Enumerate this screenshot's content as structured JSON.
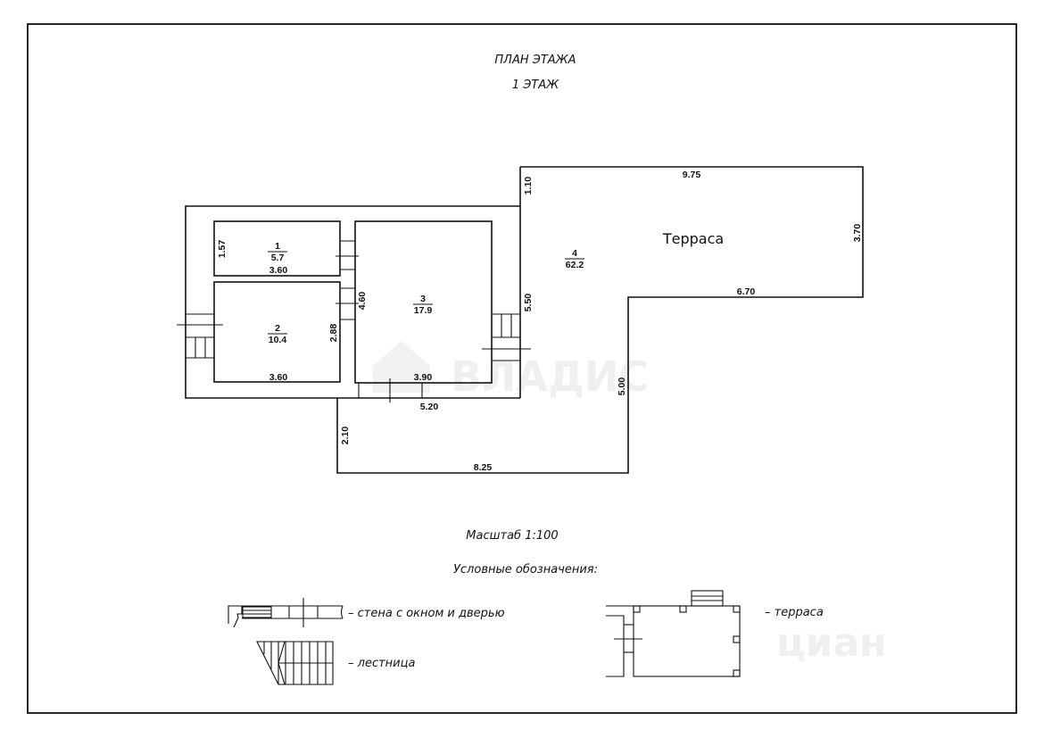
{
  "plan": {
    "title": "ПЛАН  ЭТАЖА",
    "subtitle": "1  ЭТАЖ",
    "scale_label": "Масштаб  1:100",
    "legend_title": "Условные  обозначения:"
  },
  "rooms": [
    {
      "number": "1",
      "area": "5.7"
    },
    {
      "number": "2",
      "area": "10.4"
    },
    {
      "number": "3",
      "area": "17.9"
    },
    {
      "number": "4",
      "area": "62.2",
      "name": "Терраса"
    }
  ],
  "dimensions": {
    "room1_height": "1.57",
    "room1_width": "3.60",
    "room2_width": "3.60",
    "room2_height": "2.88",
    "room3_height": "4.60",
    "room3_width": "3.90",
    "house_width": "5.20",
    "house_right": "5.50",
    "terrace_top_step": "1.10",
    "terrace_top": "9.75",
    "terrace_right": "3.70",
    "terrace_inner": "6.70",
    "terrace_lower_right": "5.00",
    "terrace_bottom": "8.25",
    "terrace_lower_left": "2.10"
  },
  "legend": [
    {
      "symbol": "wall-window-door",
      "label": "–  стена  с  окном  и  дверью"
    },
    {
      "symbol": "stairs",
      "label": "–  лестница"
    },
    {
      "symbol": "terrace",
      "label": "–  терраса"
    }
  ],
  "watermarks": [
    "ВЛАДИС",
    "циан"
  ]
}
